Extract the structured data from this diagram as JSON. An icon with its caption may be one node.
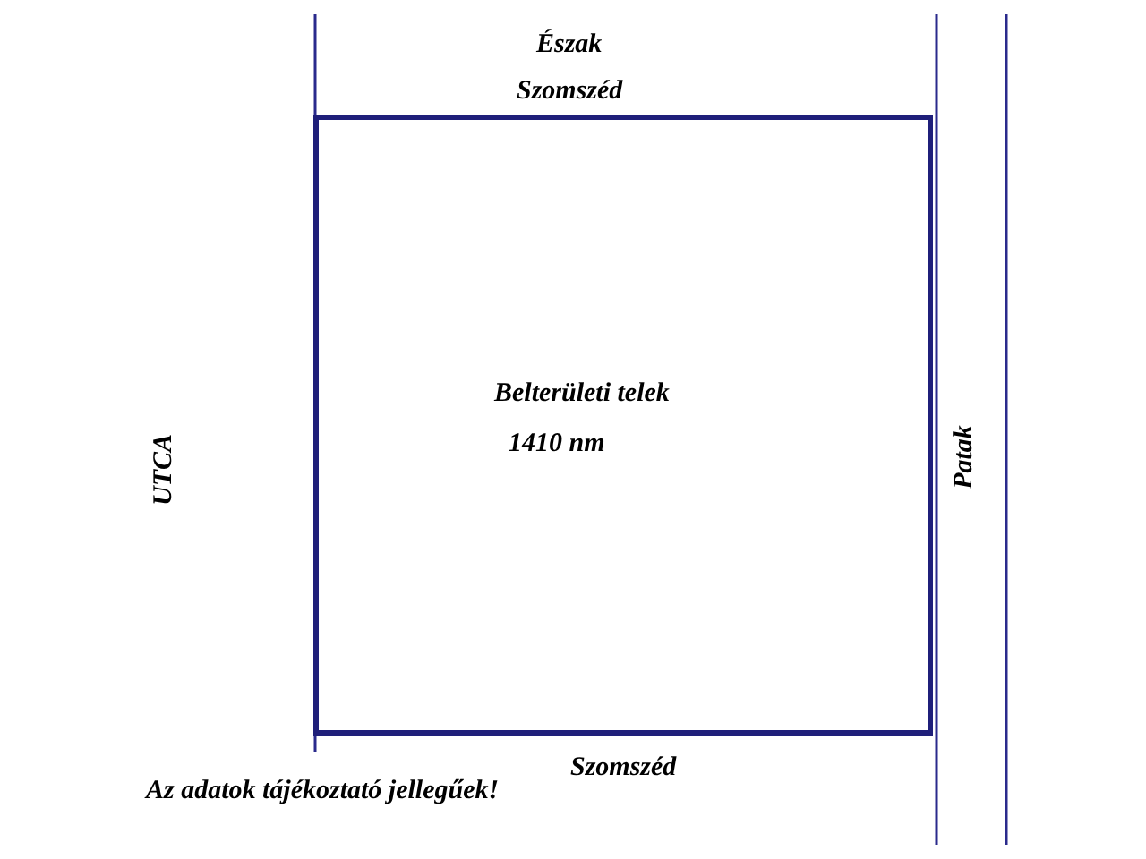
{
  "diagram": {
    "nodes": [
      {
        "text": [
          "Belterületi telek",
          "1410 nm"
        ]
      }
    ],
    "edges": [],
    "labels": [
      "Észak",
      "Szomszéd",
      "UTCA",
      "Patak",
      "Szomszéd",
      "Az adatok tájékoztató jellegűek!"
    ]
  }
}
